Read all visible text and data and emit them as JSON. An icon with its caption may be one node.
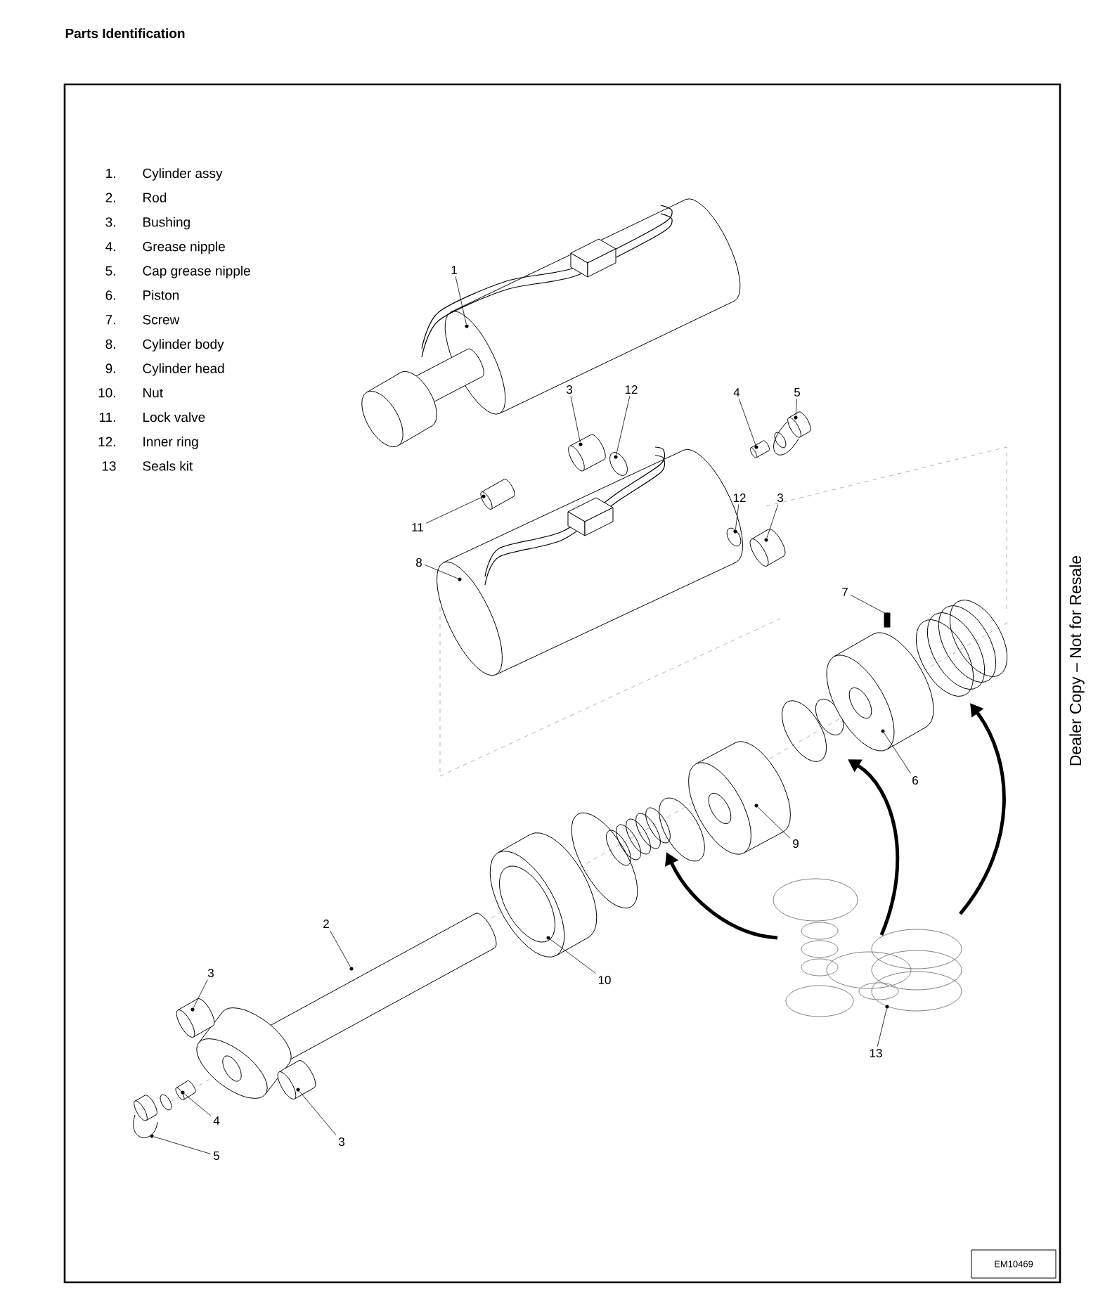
{
  "diagram": {
    "title": "Parts Identification",
    "nodes": [
      {
        "text": [
          "1"
        ]
      },
      {
        "text": [
          "3"
        ]
      },
      {
        "text": [
          "12"
        ]
      },
      {
        "text": [
          "4"
        ]
      },
      {
        "text": [
          "5"
        ]
      },
      {
        "text": [
          "12"
        ]
      },
      {
        "text": [
          "3"
        ]
      },
      {
        "text": [
          "11"
        ]
      },
      {
        "text": [
          "8"
        ]
      },
      {
        "text": [
          "7"
        ]
      },
      {
        "text": [
          "6"
        ]
      },
      {
        "text": [
          "9"
        ]
      },
      {
        "text": [
          "2"
        ]
      },
      {
        "text": [
          "10"
        ]
      },
      {
        "text": [
          "3"
        ]
      },
      {
        "text": [
          "13"
        ]
      },
      {
        "text": [
          "4"
        ]
      },
      {
        "text": [
          "3"
        ]
      },
      {
        "text": [
          "5"
        ]
      },
      {
        "text": [],
        "shape": "picture"
      },
      {
        "text": [],
        "shape": "picture"
      },
      {
        "text": [],
        "shape": "picture"
      },
      {
        "text": [],
        "shape": "picture"
      },
      {
        "text": [],
        "shape": "picture"
      },
      {
        "text": [],
        "shape": "picture"
      },
      {
        "text": [],
        "shape": "picture"
      },
      {
        "text": [],
        "shape": "picture"
      },
      {
        "text": [],
        "shape": "picture"
      },
      {
        "text": [],
        "shape": "picture"
      },
      {
        "text": [],
        "shape": "picture"
      },
      {
        "text": [],
        "shape": "picture"
      },
      {
        "text": [],
        "shape": "picture"
      },
      {
        "text": [],
        "shape": "picture"
      },
      {
        "text": [],
        "shape": "picture"
      },
      {
        "text": [],
        "shape": "picture"
      },
      {
        "text": [],
        "shape": "picture"
      },
      {
        "text": [],
        "shape": "picture"
      },
      {
        "text": [],
        "shape": "picture"
      }
    ],
    "edges": [
      {
        "from": 0,
        "to": 19,
        "arrow": "none"
      },
      {
        "from": 1,
        "to": 20,
        "arrow": "none"
      },
      {
        "from": 2,
        "to": 21,
        "arrow": "none"
      },
      {
        "from": 3,
        "to": 22,
        "arrow": "none"
      },
      {
        "from": 4,
        "to": 23,
        "arrow": "none"
      },
      {
        "from": 5,
        "to": 24,
        "arrow": "none"
      },
      {
        "from": 6,
        "to": 25,
        "arrow": "none"
      },
      {
        "from": 7,
        "to": 26,
        "arrow": "none"
      },
      {
        "from": 8,
        "to": 27,
        "arrow": "none"
      },
      {
        "from": 9,
        "to": 28,
        "arrow": "none"
      },
      {
        "from": 10,
        "to": 29,
        "arrow": "none"
      },
      {
        "from": 11,
        "to": 30,
        "arrow": "none"
      },
      {
        "from": 12,
        "to": 31,
        "arrow": "none"
      },
      {
        "from": 13,
        "to": 32,
        "arrow": "none"
      },
      {
        "from": 14,
        "to": 33,
        "arrow": "none"
      },
      {
        "from": 15,
        "to": 34,
        "arrow": "none"
      },
      {
        "from": 16,
        "to": 35,
        "arrow": "none"
      },
      {
        "from": 17,
        "to": 36,
        "arrow": "none"
      },
      {
        "from": 18,
        "to": 37,
        "arrow": "none"
      },
      {
        "from": 34,
        "to": 30,
        "arrow": "to",
        "style": "thick"
      },
      {
        "from": 34,
        "to": 29,
        "arrow": "to",
        "style": "thick"
      },
      {
        "from": 34,
        "to": null,
        "arrow": "to",
        "style": "thick"
      }
    ],
    "labels": [
      "1.",
      "Cylinder assy",
      "2.",
      "Rod",
      "3.",
      "Bushing",
      "4.",
      "Grease nipple",
      "5.",
      "Cap grease nipple",
      "6.",
      "Piston",
      "7.",
      "Screw",
      "8.",
      "Cylinder body",
      "9.",
      "Cylinder head",
      "10.",
      "Nut",
      "11.",
      "Lock valve",
      "12.",
      "Inner ring",
      "13",
      "Seals kit",
      "Dealer Copy – Not for Resale",
      "EM10469"
    ]
  }
}
